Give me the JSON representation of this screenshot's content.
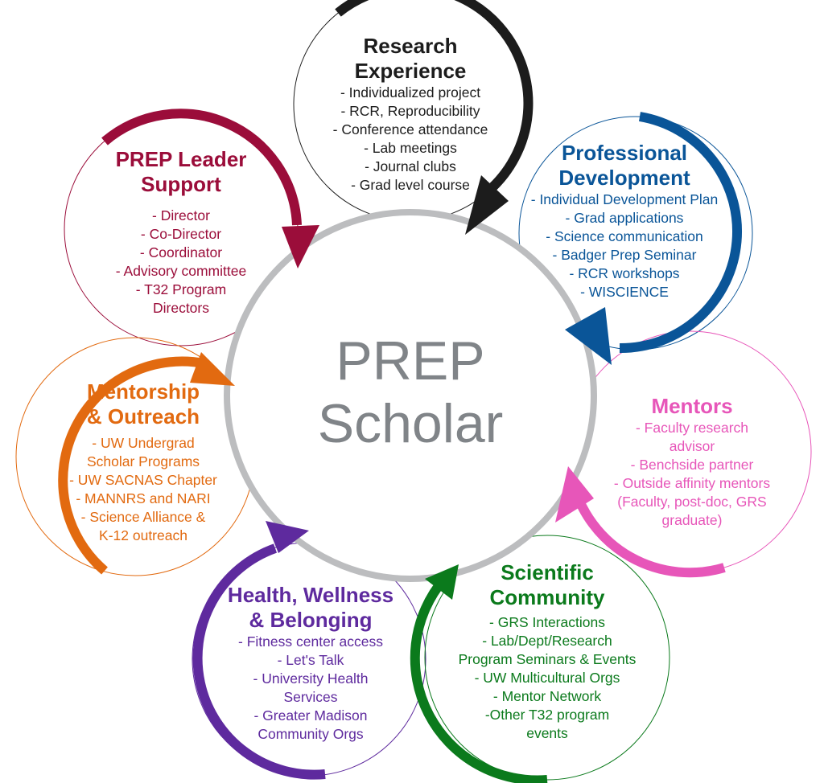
{
  "center": {
    "title_line1": "PREP",
    "title_line2": "Scholar",
    "color": "#808488",
    "ring_color": "#bcbdbf"
  },
  "nodes": [
    {
      "id": "research",
      "title_line1": "Research",
      "title_line2": "Experience",
      "color": "#1c1c1c",
      "items": [
        "- Individualized project",
        "- RCR, Reproducibility",
        "- Conference attendance",
        "- Lab meetings",
        "- Journal clubs",
        "- Grad level course"
      ]
    },
    {
      "id": "professional",
      "title_line1": "Professional",
      "title_line2": "Development",
      "color": "#0a5598",
      "items": [
        "- Individual Development Plan",
        "- Grad applications",
        "- Science communication",
        "- Badger Prep Seminar",
        "- RCR workshops",
        "- WISCIENCE"
      ]
    },
    {
      "id": "leader",
      "title_line1": "PREP Leader",
      "title_line2": "Support",
      "color": "#9b0d3a",
      "items": [
        "- Director",
        "- Co-Director",
        "- Coordinator",
        "- Advisory committee",
        "- T32 Program",
        "Directors"
      ]
    },
    {
      "id": "mentors",
      "title_line1": "Mentors",
      "title_line2": "",
      "color": "#e756b9",
      "items": [
        "- Faculty research",
        "advisor",
        "- Benchside partner",
        "- Outside affinity mentors",
        "(Faculty, post-doc, GRS",
        "graduate)"
      ]
    },
    {
      "id": "outreach",
      "title_line1": "Mentorship",
      "title_line2": "& Outreach",
      "color": "#e26a10",
      "items": [
        "- UW Undergrad",
        "Scholar Programs",
        "- UW SACNAS Chapter",
        "- MANNRS and NARI",
        "- Science Alliance &",
        "K-12 outreach"
      ]
    },
    {
      "id": "health",
      "title_line1": "Health, Wellness",
      "title_line2": "& Belonging",
      "color": "#5e2a9e",
      "items": [
        "- Fitness center access",
        "- Let's Talk",
        "- University Health",
        "Services",
        "- Greater Madison",
        "Community Orgs"
      ]
    },
    {
      "id": "scientific",
      "title_line1": "Scientific",
      "title_line2": "Community",
      "color": "#0b7a1c",
      "items": [
        "- GRS Interactions",
        "- Lab/Dept/Research",
        "Program Seminars & Events",
        "- UW Multicultural Orgs",
        "- Mentor Network",
        "-Other T32 program",
        "events"
      ]
    }
  ]
}
